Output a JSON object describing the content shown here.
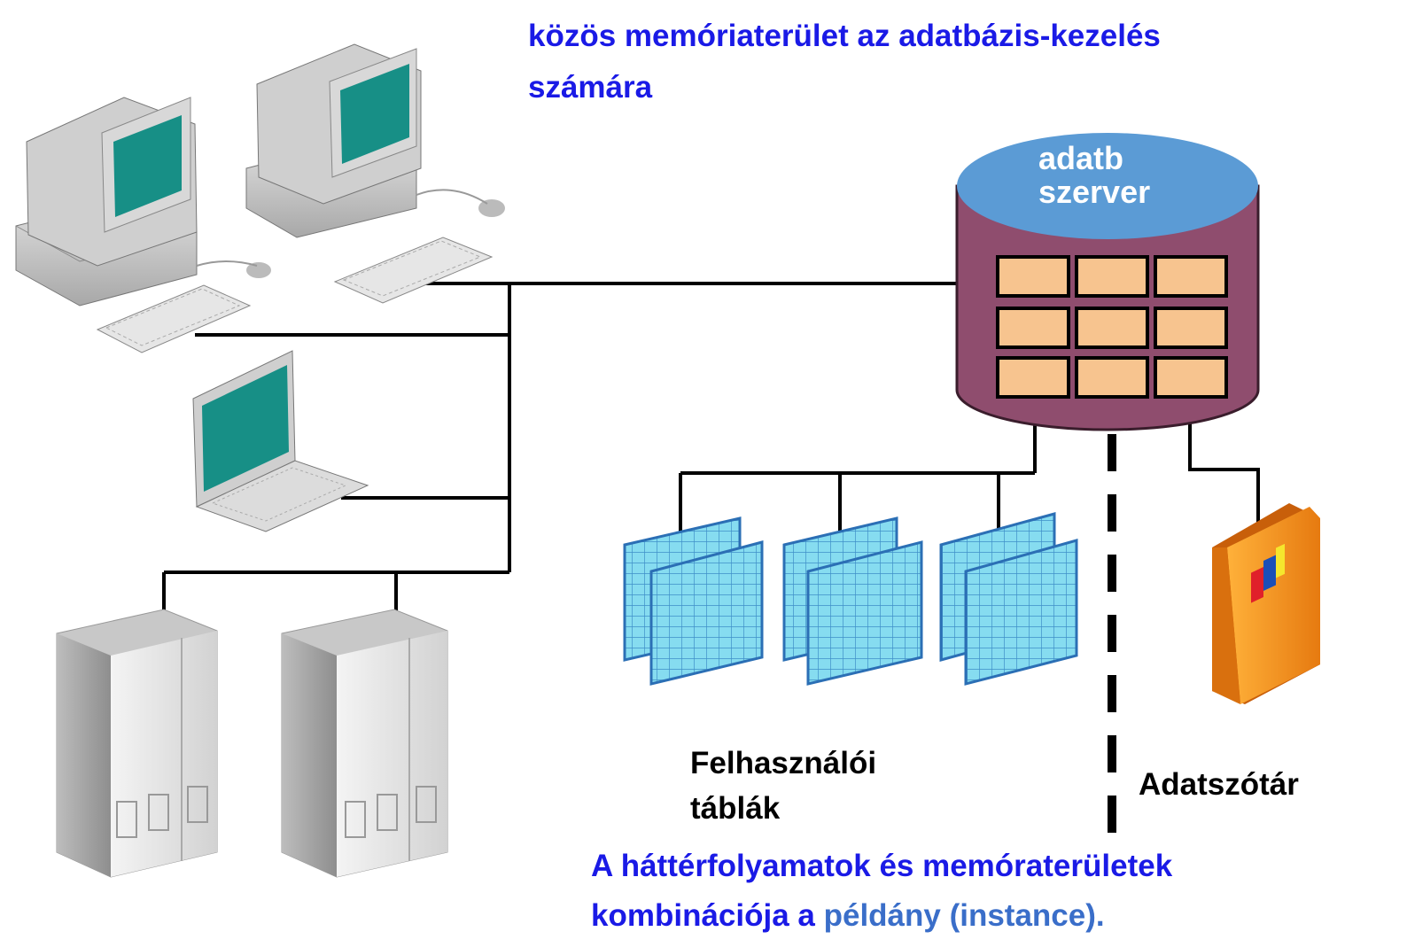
{
  "title": {
    "line1": "közös memóriaterület az adatbázis-kezelés",
    "line2": "számára"
  },
  "server": {
    "line1": "adatb",
    "line2": "szerver"
  },
  "labels": {
    "user_tables_line1": "Felhasználói",
    "user_tables_line2": "táblák",
    "dictionary": "Adatszótár"
  },
  "caption": {
    "line1": "A háttérfolyamatok és memóraterületek",
    "line2_prefix": "kombinációja a ",
    "line2_highlight": "példány (instance)."
  },
  "colors": {
    "title_blue": "#1a1ae6",
    "highlight_blue": "#3a6ec9",
    "cylinder_body": "#8f4d6e",
    "cylinder_top": "#5b9bd5",
    "memory_block": "#f7c48f",
    "screen_teal": "#178f86",
    "table_cell": "#7fd8ee",
    "book_orange": "#f39a1e"
  }
}
